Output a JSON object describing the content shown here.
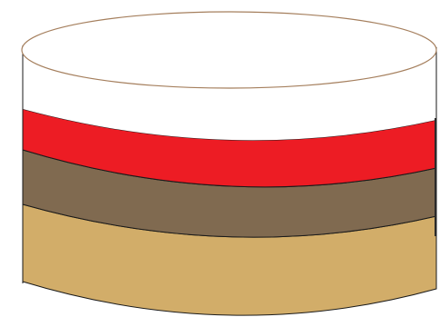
{
  "diagram": {
    "shape": "layered-cylinder",
    "layers_top_to_bottom": [
      {
        "id": "white-layer",
        "color": "#ffffff"
      },
      {
        "id": "red-layer",
        "color": "#ed1c24"
      },
      {
        "id": "brown-layer",
        "color": "#806a50"
      },
      {
        "id": "tan-layer",
        "color": "#d2ad69"
      }
    ],
    "top_face_color": "#ffffff",
    "top_outline_color": "#a57f5d",
    "body_outline_color": "#1a1a1a"
  }
}
